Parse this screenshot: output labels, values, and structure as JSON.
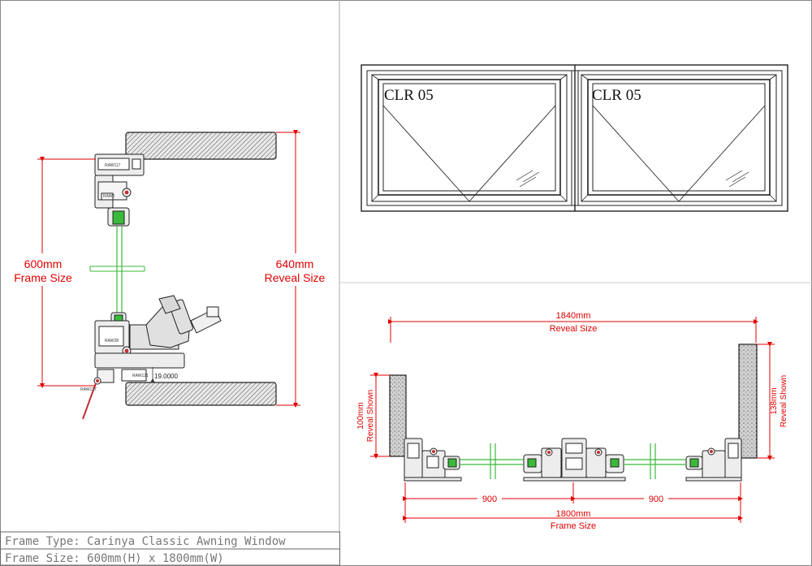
{
  "left_view": {
    "frame_size_value": "600mm",
    "frame_size_label": "Frame Size",
    "reveal_size_value": "640mm",
    "reveal_size_label": "Reveal Size",
    "sill_height": "19.0000",
    "profile_codes": [
      "RAW117",
      "RAW2",
      "RAW28",
      "RAW121",
      "RAW127"
    ]
  },
  "elevation": {
    "sash_labels": [
      "CLR 05",
      "CLR 05"
    ]
  },
  "plan_view": {
    "reveal_size_value": "1840mm",
    "reveal_size_label": "Reveal Size",
    "frame_size_value": "1800mm",
    "frame_size_label": "Frame Size",
    "left_reveal_value": "100mm",
    "left_reveal_label": "Reveal Shown",
    "right_reveal_value": "138mm",
    "right_reveal_label": "Reveal Shown",
    "sash_widths": [
      "900",
      "900"
    ]
  },
  "title_block": {
    "frame_type": "Frame Type: Carinya Classic Awning Window",
    "frame_size": "Frame Size: 600mm(H) x 1800mm(W)"
  },
  "colors": {
    "dimension": "#e00000",
    "glass": "#3aba3a",
    "line": "#333333"
  }
}
